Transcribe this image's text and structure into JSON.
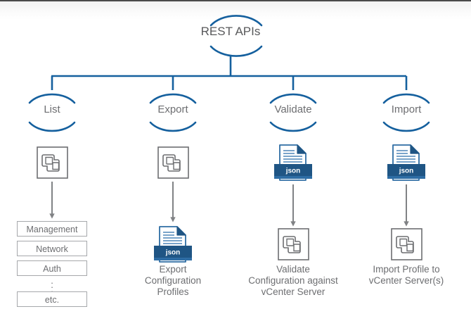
{
  "diagram": {
    "title": "REST APIs",
    "accent_color": "#15609e",
    "icon_gray": "#6d6e71",
    "text_gray": "#6d6e71",
    "background": "#ffffff",
    "root": {
      "label": "REST APIs",
      "shape": "circle-arcs"
    },
    "branches": [
      {
        "label": "List",
        "icon": "vcenter-server-icon",
        "caption_lines": [],
        "result_type": "list",
        "list_items": [
          {
            "label": "Management"
          },
          {
            "label": "Network"
          },
          {
            "label": "Auth"
          },
          {
            "label": "etc."
          }
        ],
        "ellipsis": "⋮"
      },
      {
        "label": "Export",
        "icon": "vcenter-server-icon",
        "result_icon": "json-file-icon",
        "result_icon_label": "json",
        "caption_lines": [
          "Export",
          "Configuration",
          "Profiles"
        ]
      },
      {
        "label": "Validate",
        "icon": "json-file-icon",
        "icon_label": "json",
        "result_icon": "vcenter-server-icon",
        "caption_lines": [
          "Validate",
          "Configuration against",
          "vCenter Server"
        ]
      },
      {
        "label": "Import",
        "icon": "json-file-icon",
        "icon_label": "json",
        "result_icon": "vcenter-server-icon",
        "caption_lines": [
          "Import Profile to",
          "vCenter Server(s)"
        ]
      }
    ]
  }
}
